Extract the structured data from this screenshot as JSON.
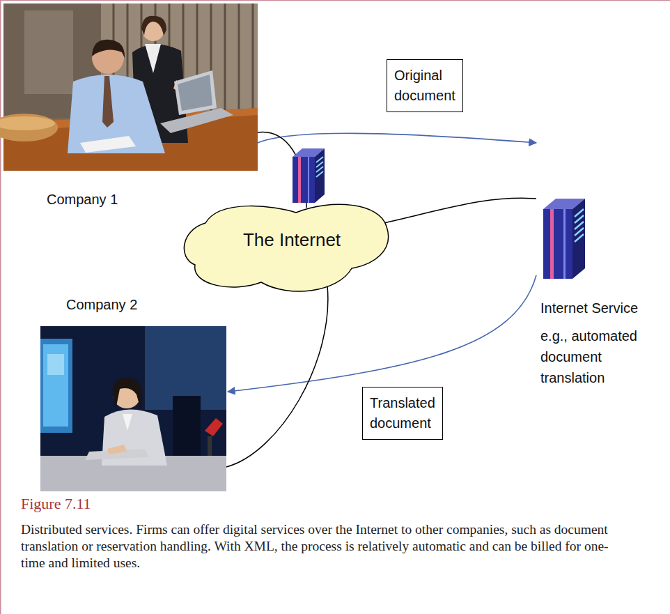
{
  "diagram": {
    "title": "Figure 7.11",
    "caption": "Distributed services. Firms can offer digital services over the Internet to other companies, such as document translation or reservation handling. With XML, the process is relatively automatic and can be billed for one-time and limited uses.",
    "nodes": [
      {
        "text": [
          "Company 1"
        ]
      },
      {
        "text": [
          "Original document"
        ]
      },
      {
        "text": [
          "The Internet"
        ]
      },
      {
        "text": [
          "Internet Service",
          "e.g., automated document translation"
        ]
      },
      {
        "text": [
          "Company 2"
        ]
      },
      {
        "text": [
          "Translated document"
        ]
      }
    ],
    "edges": [
      {
        "from": 0,
        "to": 3,
        "arrow": "to"
      },
      {
        "from": 3,
        "to": 4,
        "arrow": "to"
      },
      {
        "from": 0,
        "to": 2,
        "arrow": "none"
      },
      {
        "from": 2,
        "to": 3,
        "arrow": "none"
      },
      {
        "from": 2,
        "to": 4,
        "arrow": "none"
      }
    ]
  }
}
